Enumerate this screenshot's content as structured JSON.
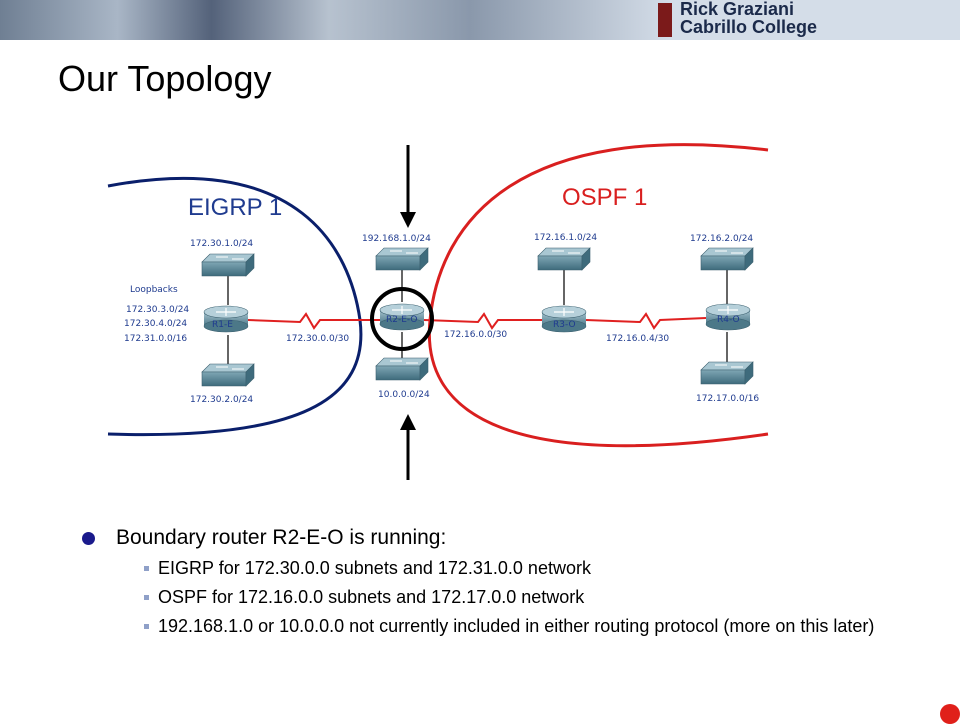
{
  "banner": {
    "line1": "Rick Graziani",
    "line2": "Cabrillo College"
  },
  "slide": {
    "title": "Our Topology"
  },
  "diagram": {
    "areas": {
      "eigrp": "EIGRP 1",
      "ospf": "OSPF 1"
    },
    "routers": {
      "r1": "R1-E",
      "r2": "R2-E-O",
      "r3": "R3-O",
      "r4": "R4-O"
    },
    "networks": {
      "r1_top": "172.30.1.0/24",
      "r1_bottom": "172.30.2.0/24",
      "loopbacks_title": "Loopbacks",
      "loopback_1": "172.30.3.0/24",
      "loopback_2": "172.30.4.0/24",
      "loopback_3": "172.31.0.0/16",
      "link_r1_r2": "172.30.0.0/30",
      "r2_top": "192.168.1.0/24",
      "r2_bottom": "10.0.0.0/24",
      "link_r2_r3": "172.16.0.0/30",
      "r3_top": "172.16.1.0/24",
      "link_r3_r4": "172.16.0.4/30",
      "r4_top": "172.16.2.0/24",
      "r4_bottom": "172.17.0.0/16"
    },
    "colors": {
      "eigrp": "#0a1f6b",
      "ospf": "#d91f1f",
      "link": "#e02020"
    }
  },
  "bullets": {
    "main": "Boundary router R2-E-O is running:",
    "sub1": "EIGRP for 172.30.0.0 subnets and 172.31.0.0 network",
    "sub2": "OSPF for 172.16.0.0 subnets and 172.17.0.0 network",
    "sub3": "192.168.1.0 or 10.0.0.0 not currently included in either routing protocol (more on this later)"
  }
}
